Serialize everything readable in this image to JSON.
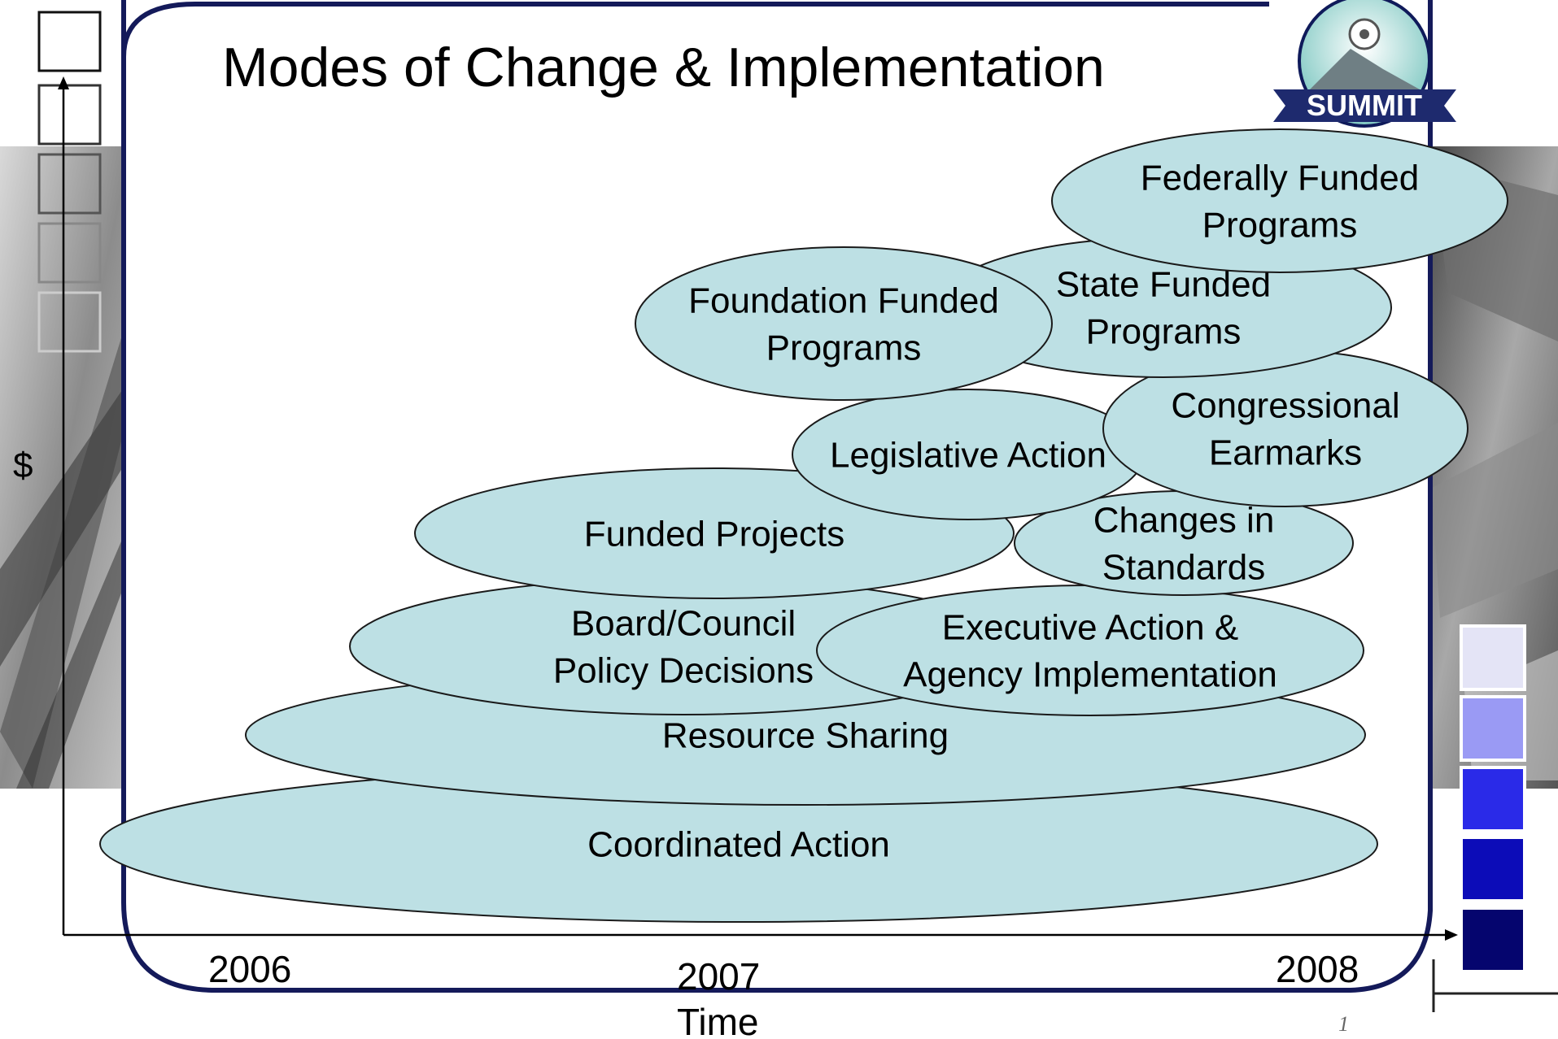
{
  "slide": {
    "title": "Modes of Change & Implementation",
    "y_axis_label": "$",
    "x_axis_label": "Time",
    "x_ticks": [
      "2006",
      "2007",
      "2008"
    ],
    "slide_number": "1"
  },
  "logo": {
    "text": "SUMMIT"
  },
  "ellipses": [
    {
      "label_lines": [
        "Coordinated Action"
      ]
    },
    {
      "label_lines": [
        "Resource Sharing"
      ]
    },
    {
      "label_lines": [
        "Board/Council",
        "Policy Decisions"
      ]
    },
    {
      "label_lines": [
        "Executive Action &",
        "Agency Implementation"
      ]
    },
    {
      "label_lines": [
        "Funded Projects"
      ]
    },
    {
      "label_lines": [
        "Changes in",
        "Standards"
      ]
    },
    {
      "label_lines": [
        "Legislative Action"
      ]
    },
    {
      "label_lines": [
        "Congressional",
        "Earmarks"
      ]
    },
    {
      "label_lines": [
        "State Funded",
        "Programs"
      ]
    },
    {
      "label_lines": [
        "Foundation Funded",
        "Programs"
      ]
    },
    {
      "label_lines": [
        "Federally Funded",
        "Programs"
      ]
    }
  ],
  "colors": {
    "ellipse_fill": "#bde0e4",
    "ellipse_stroke": "#1a1a1a",
    "frame_border": "#141a5a",
    "swatches": [
      "#e4e4f6",
      "#9a9af4",
      "#2a2ae8",
      "#0c0cb8",
      "#05056e"
    ]
  }
}
